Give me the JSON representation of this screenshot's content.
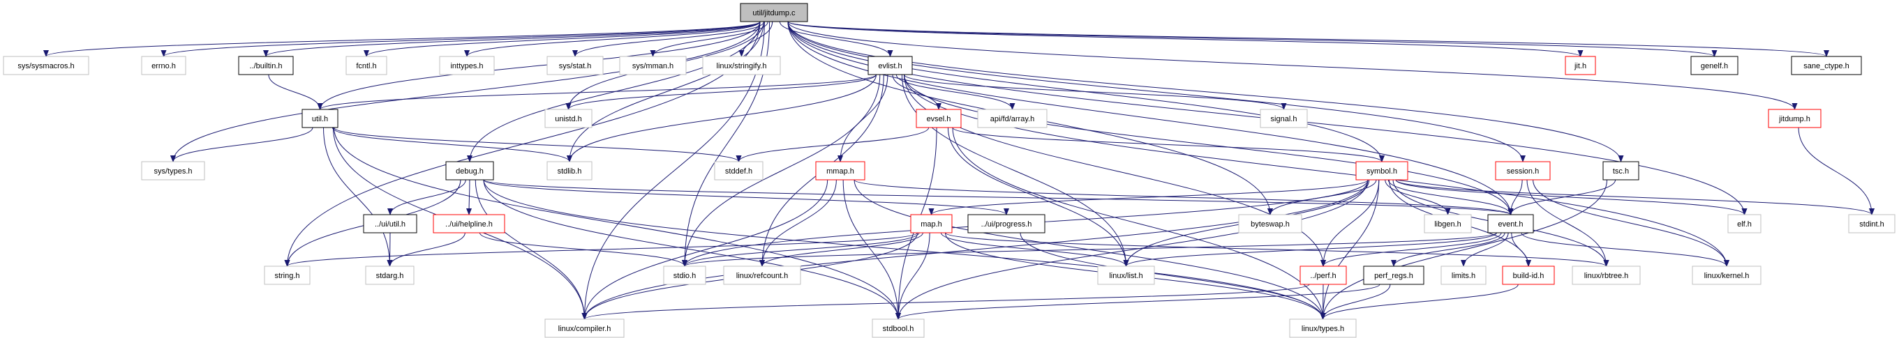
{
  "title": "util/jitdump.c",
  "colors": {
    "edge": "#191970",
    "root_fill": "#bfbfbf",
    "documented_border": "#000000",
    "truncated_border": "#ff0000",
    "external_border": "#bfbfbf"
  },
  "nodes": [
    {
      "id": "root",
      "label": "util/jitdump.c",
      "kind": "root"
    },
    {
      "id": "sysmacros",
      "label": "sys/sysmacros.h",
      "kind": "external"
    },
    {
      "id": "errno",
      "label": "errno.h",
      "kind": "external"
    },
    {
      "id": "builtin",
      "label": "../builtin.h",
      "kind": "documented"
    },
    {
      "id": "fcntl",
      "label": "fcntl.h",
      "kind": "external"
    },
    {
      "id": "inttypes",
      "label": "inttypes.h",
      "kind": "external"
    },
    {
      "id": "sysstat",
      "label": "sys/stat.h",
      "kind": "external"
    },
    {
      "id": "sysmman",
      "label": "sys/mman.h",
      "kind": "external"
    },
    {
      "id": "stringify",
      "label": "linux/stringify.h",
      "kind": "external"
    },
    {
      "id": "evlist",
      "label": "evlist.h",
      "kind": "documented"
    },
    {
      "id": "jit",
      "label": "jit.h",
      "kind": "truncated"
    },
    {
      "id": "genelf",
      "label": "genelf.h",
      "kind": "documented"
    },
    {
      "id": "sanectype",
      "label": "sane_ctype.h",
      "kind": "documented"
    },
    {
      "id": "util",
      "label": "util.h",
      "kind": "documented"
    },
    {
      "id": "unistd",
      "label": "unistd.h",
      "kind": "external"
    },
    {
      "id": "evsel",
      "label": "evsel.h",
      "kind": "truncated"
    },
    {
      "id": "fdarray",
      "label": "api/fd/array.h",
      "kind": "external"
    },
    {
      "id": "signal",
      "label": "signal.h",
      "kind": "external"
    },
    {
      "id": "jitdumph",
      "label": "jitdump.h",
      "kind": "truncated"
    },
    {
      "id": "systypes",
      "label": "sys/types.h",
      "kind": "external"
    },
    {
      "id": "debug",
      "label": "debug.h",
      "kind": "documented"
    },
    {
      "id": "stdlib",
      "label": "stdlib.h",
      "kind": "external"
    },
    {
      "id": "stddef",
      "label": "stddef.h",
      "kind": "external"
    },
    {
      "id": "mmap",
      "label": "mmap.h",
      "kind": "truncated"
    },
    {
      "id": "symbol",
      "label": "symbol.h",
      "kind": "truncated"
    },
    {
      "id": "session",
      "label": "session.h",
      "kind": "truncated"
    },
    {
      "id": "tsc",
      "label": "tsc.h",
      "kind": "documented"
    },
    {
      "id": "uiutil",
      "label": "../ui/util.h",
      "kind": "documented"
    },
    {
      "id": "helpline",
      "label": "../ui/helpline.h",
      "kind": "truncated"
    },
    {
      "id": "map",
      "label": "map.h",
      "kind": "truncated"
    },
    {
      "id": "progress",
      "label": "../ui/progress.h",
      "kind": "documented"
    },
    {
      "id": "byteswap",
      "label": "byteswap.h",
      "kind": "external"
    },
    {
      "id": "libgen",
      "label": "libgen.h",
      "kind": "external"
    },
    {
      "id": "event",
      "label": "event.h",
      "kind": "documented"
    },
    {
      "id": "elf",
      "label": "elf.h",
      "kind": "external"
    },
    {
      "id": "stdint",
      "label": "stdint.h",
      "kind": "external"
    },
    {
      "id": "string",
      "label": "string.h",
      "kind": "external"
    },
    {
      "id": "stdarg",
      "label": "stdarg.h",
      "kind": "external"
    },
    {
      "id": "stdio",
      "label": "stdio.h",
      "kind": "external"
    },
    {
      "id": "refcount",
      "label": "linux/refcount.h",
      "kind": "external"
    },
    {
      "id": "list",
      "label": "linux/list.h",
      "kind": "external"
    },
    {
      "id": "perf",
      "label": "../perf.h",
      "kind": "truncated"
    },
    {
      "id": "perfregs",
      "label": "perf_regs.h",
      "kind": "documented"
    },
    {
      "id": "limits",
      "label": "limits.h",
      "kind": "external"
    },
    {
      "id": "buildid",
      "label": "build-id.h",
      "kind": "truncated"
    },
    {
      "id": "rbtree",
      "label": "linux/rbtree.h",
      "kind": "external"
    },
    {
      "id": "kernel",
      "label": "linux/kernel.h",
      "kind": "external"
    },
    {
      "id": "compiler",
      "label": "linux/compiler.h",
      "kind": "external"
    },
    {
      "id": "stdbool",
      "label": "stdbool.h",
      "kind": "external"
    },
    {
      "id": "types",
      "label": "linux/types.h",
      "kind": "external"
    }
  ],
  "edges": [
    [
      "root",
      "sysmacros"
    ],
    [
      "root",
      "errno"
    ],
    [
      "root",
      "builtin"
    ],
    [
      "root",
      "fcntl"
    ],
    [
      "root",
      "inttypes"
    ],
    [
      "root",
      "sysstat"
    ],
    [
      "root",
      "sysmman"
    ],
    [
      "root",
      "stringify"
    ],
    [
      "root",
      "evlist"
    ],
    [
      "root",
      "jit"
    ],
    [
      "root",
      "genelf"
    ],
    [
      "root",
      "sanectype"
    ],
    [
      "root",
      "util"
    ],
    [
      "root",
      "unistd"
    ],
    [
      "root",
      "systypes"
    ],
    [
      "root",
      "string"
    ],
    [
      "root",
      "debug"
    ],
    [
      "root",
      "stdio"
    ],
    [
      "root",
      "stdlib"
    ],
    [
      "root",
      "compiler"
    ],
    [
      "root",
      "symbol"
    ],
    [
      "root",
      "session"
    ],
    [
      "root",
      "tsc"
    ],
    [
      "root",
      "event"
    ],
    [
      "root",
      "elf"
    ],
    [
      "root",
      "byteswap"
    ],
    [
      "root",
      "jitdumph"
    ],
    [
      "builtin",
      "util"
    ],
    [
      "evlist",
      "util"
    ],
    [
      "evlist",
      "unistd"
    ],
    [
      "evlist",
      "stdlib"
    ],
    [
      "evlist",
      "evsel"
    ],
    [
      "evlist",
      "fdarray"
    ],
    [
      "evlist",
      "signal"
    ],
    [
      "evlist",
      "mmap"
    ],
    [
      "evlist",
      "stdio"
    ],
    [
      "evlist",
      "refcount"
    ],
    [
      "evlist",
      "list"
    ],
    [
      "evlist",
      "event"
    ],
    [
      "evlist",
      "kernel"
    ],
    [
      "evlist",
      "perf"
    ],
    [
      "util",
      "systypes"
    ],
    [
      "util",
      "stdlib"
    ],
    [
      "util",
      "stddef"
    ],
    [
      "util",
      "stdarg"
    ],
    [
      "util",
      "compiler"
    ],
    [
      "util",
      "stdbool"
    ],
    [
      "debug",
      "uiutil"
    ],
    [
      "debug",
      "helpline"
    ],
    [
      "debug",
      "string"
    ],
    [
      "debug",
      "compiler"
    ],
    [
      "debug",
      "stdbool"
    ],
    [
      "debug",
      "event"
    ],
    [
      "debug",
      "progress"
    ],
    [
      "debug",
      "types"
    ],
    [
      "uiutil",
      "stdarg"
    ],
    [
      "helpline",
      "stdarg"
    ],
    [
      "helpline",
      "stdio"
    ],
    [
      "evsel",
      "stddef"
    ],
    [
      "evsel",
      "symbol"
    ],
    [
      "evsel",
      "stdbool"
    ],
    [
      "evsel",
      "list"
    ],
    [
      "evsel",
      "types"
    ],
    [
      "mmap",
      "compiler"
    ],
    [
      "mmap",
      "refcount"
    ],
    [
      "mmap",
      "stdbool"
    ],
    [
      "mmap",
      "event"
    ],
    [
      "mmap",
      "types"
    ],
    [
      "symbol",
      "byteswap"
    ],
    [
      "symbol",
      "libgen"
    ],
    [
      "symbol",
      "event"
    ],
    [
      "symbol",
      "map"
    ],
    [
      "symbol",
      "stdio"
    ],
    [
      "symbol",
      "perf"
    ],
    [
      "symbol",
      "list"
    ],
    [
      "symbol",
      "stdbool"
    ],
    [
      "symbol",
      "buildid"
    ],
    [
      "symbol",
      "rbtree"
    ],
    [
      "symbol",
      "elf"
    ],
    [
      "symbol",
      "stdint"
    ],
    [
      "symbol",
      "types"
    ],
    [
      "symbol",
      "compiler"
    ],
    [
      "map",
      "string"
    ],
    [
      "map",
      "stdio"
    ],
    [
      "map",
      "refcount"
    ],
    [
      "map",
      "compiler"
    ],
    [
      "map",
      "stdbool"
    ],
    [
      "map",
      "list"
    ],
    [
      "map",
      "rbtree"
    ],
    [
      "map",
      "types"
    ],
    [
      "progress",
      "types"
    ],
    [
      "session",
      "event"
    ],
    [
      "session",
      "rbtree"
    ],
    [
      "session",
      "kernel"
    ],
    [
      "tsc",
      "event"
    ],
    [
      "tsc",
      "types"
    ],
    [
      "event",
      "stdio"
    ],
    [
      "event",
      "perf"
    ],
    [
      "event",
      "perfregs"
    ],
    [
      "event",
      "limits"
    ],
    [
      "event",
      "buildid"
    ],
    [
      "event",
      "kernel"
    ],
    [
      "event",
      "list"
    ],
    [
      "perf",
      "types"
    ],
    [
      "perf",
      "compiler"
    ],
    [
      "perfregs",
      "types"
    ],
    [
      "perfregs",
      "stdbool"
    ],
    [
      "buildid",
      "types"
    ],
    [
      "jitdumph",
      "stdint"
    ]
  ]
}
